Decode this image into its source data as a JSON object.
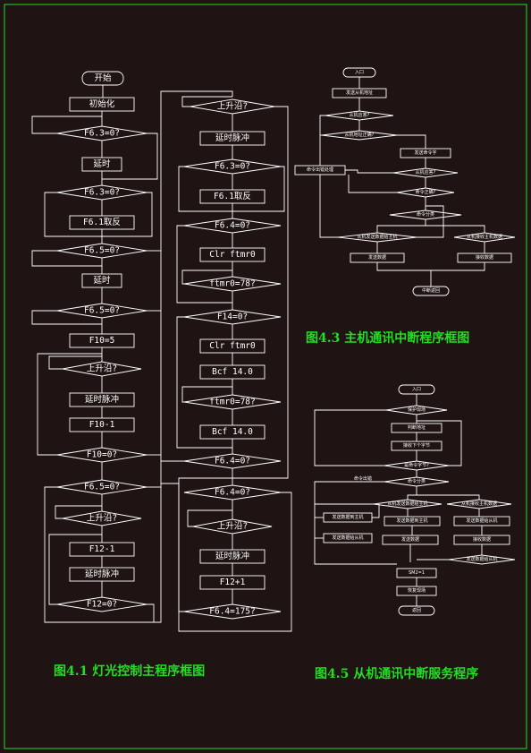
{
  "colors": {
    "background": "#1f1413",
    "frame": "#22dd22",
    "lines": "#ffffff",
    "caption": "#22dd22"
  },
  "captions": {
    "fig41": "图4.1  灯光控制主程序框图",
    "fig43": "图4.3 主机通讯中断程序框图",
    "fig45": "图4.5  从机通讯中断服务程序"
  },
  "flow41": {
    "start": "开始",
    "init": "初始化",
    "d1": "F6.3=0?",
    "delay1": "延时",
    "d2": "F6.3=0?",
    "p1": "F6.1取反",
    "d3": "F6.5=0?",
    "delay2": "延时",
    "d4": "F6.5=0?",
    "set": "F10=5",
    "d5": "上升沿?",
    "pulse1": "延时脉冲",
    "dec1": "F10-1",
    "d6": "F10=0?",
    "d7": "F6.5=0?",
    "d8": "上升沿?",
    "dec2": "F12-1",
    "pulse2": "延时脉冲",
    "d9": "F12=0?",
    "c_d1": "上升沿?",
    "c_pulse1": "延时脉冲",
    "c_d2": "F6.3=0?",
    "c_p1": "F6.1取反",
    "c_d3": "F6.4=0?",
    "c_clr1": "Clr ftmr0",
    "c_d4": "ftmr0=78?",
    "c_d5": "F14=0?",
    "c_clr2": "Clr ftmr0",
    "c_bcf1": "Bcf 14.0",
    "c_d6": "ftmr0=78?",
    "c_bcf2": "Bcf 14.0",
    "c_d7": "F6.4=0?",
    "c_d8": "F6.4=0?",
    "c_d9": "上升沿?",
    "c_pulse2": "延时脉冲",
    "c_inc": "F12+1",
    "c_d10": "F6.4=175?"
  },
  "flow43": {
    "entry": "入口",
    "n1": "发送从机地址",
    "n2": "从机应答?",
    "n3": "从机地址正确?",
    "n4": "发送命令字",
    "n5": "从机应答?",
    "n6": "命令正确?",
    "n7": "命令分类",
    "n8": "从机发送数据给主机",
    "n9": "从机接收主机数据",
    "n10": "发送数据",
    "n11": "接收数据",
    "n12": "中断返回",
    "side": "命令出错处理"
  },
  "flow45": {
    "entry": "入口",
    "n1": "保护现场",
    "n2": "判断地址",
    "n3": "接收下个字节",
    "n4": "是命令字节?",
    "n5": "命令分类",
    "n6": "从机发送数据给主机",
    "n7": "从机接收主机数据",
    "n8": "发送数据",
    "n9": "接收数据",
    "n10": "SM2=1",
    "n11": "恢复现场",
    "n12": "返回",
    "side": "命令出错",
    "l1": "发送数据到主机",
    "l2": "发送数据给从机"
  }
}
